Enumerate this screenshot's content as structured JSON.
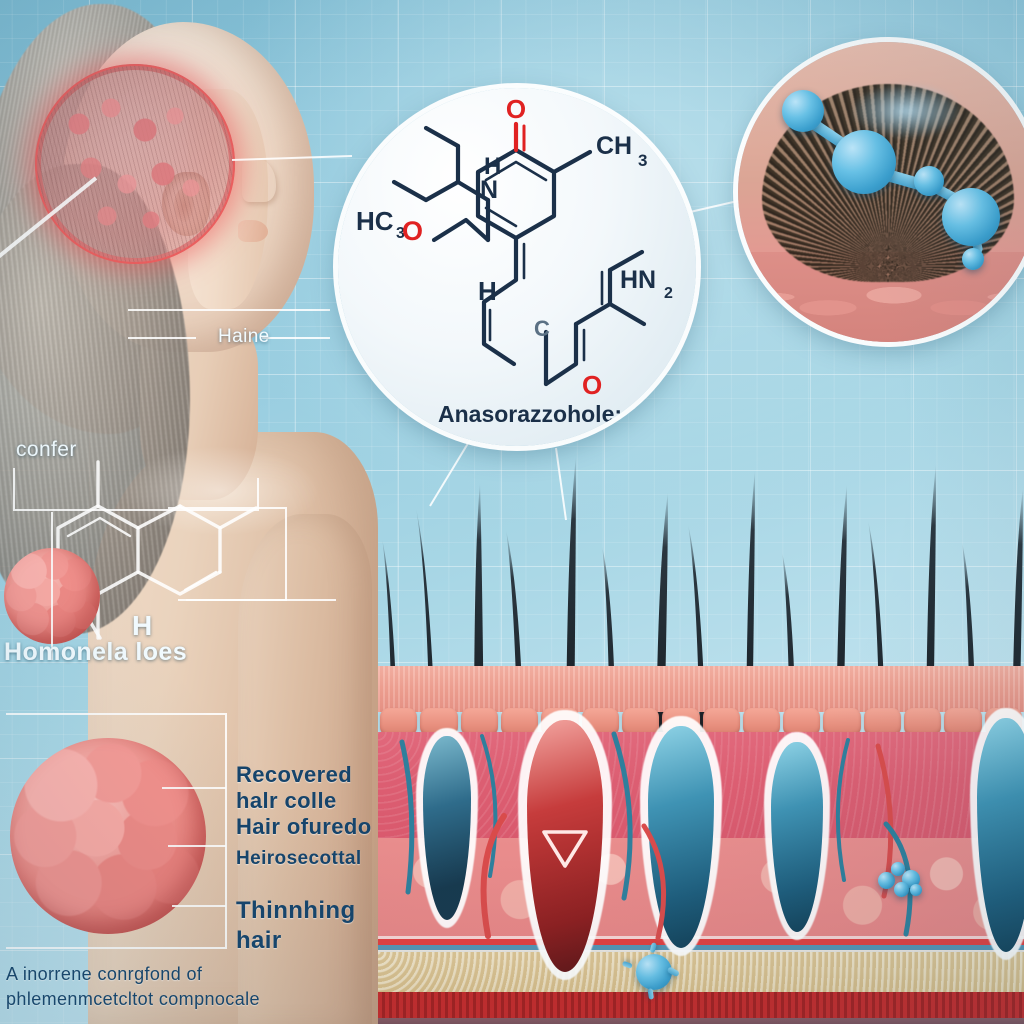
{
  "meta": {
    "title": "Hair loss mechanism and pharmaceutical compound infographic",
    "background_color": "#93cade",
    "grid_color": "#ffffff"
  },
  "palette": {
    "background_blue": "#93cade",
    "accent_red": "#e05252",
    "follicle_blue": "#3f93b4",
    "follicle_red": "#c63c3c",
    "label_dark": "#16446b",
    "label_light": "#f2fbff",
    "skin_pink": "#f0a293",
    "fat_tan": "#e0c794"
  },
  "labels": {
    "hairline": "Haine",
    "confer": "confer",
    "hormonal_loss": "Homonela loes",
    "h_atom": "H",
    "recovered_hair_cells": "Recovered\nhalr colle\nHair ofuredo",
    "heirosecotral": "Heirosecottal",
    "thinning_hair": "Thinnhing\nhair",
    "bottom_caption": "A inorrene conrgfond of\nphlemenmcetcltot compnocale"
  },
  "molecule_inset": {
    "caption": "Anasorazzohole:",
    "atoms": {
      "methyl_left": "HC",
      "methyl_left_sub": "3",
      "oxygen_left": "O",
      "nitrogen": "N",
      "hydrogen_upper": "H",
      "hydrogen_lower": "H",
      "carbonyl_oxygen": "O",
      "methyl_top": "CH",
      "methyl_top_sub": "3",
      "amine": "HN",
      "amine_sub": "2",
      "carbon_label": "C",
      "oxygen_bottom": "O"
    },
    "bond_colors": {
      "carbon": "#1b3049",
      "oxygen": "#e02222",
      "nitrogen": "#1b3049"
    }
  },
  "follicle_inset": {
    "description": "scalp-follicle-closeup-with-molecule"
  },
  "scalp_zone": {
    "description": "highlighted-scalp-follicle-region"
  },
  "skin_cross_section": {
    "layers": [
      "epidermis",
      "dermis",
      "subcutaneous-fat",
      "muscle"
    ],
    "follicle_count": 7,
    "highlighted_follicle": "red-shrinking-follicle"
  }
}
